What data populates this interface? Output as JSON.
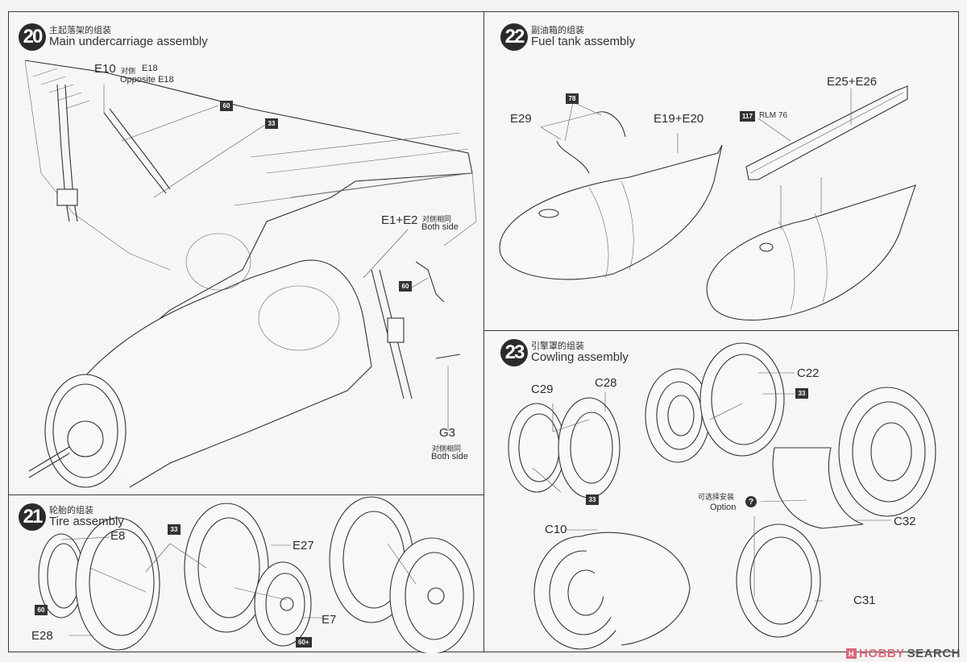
{
  "steps": [
    {
      "number": "20",
      "title_cn": "主起落架的组装",
      "title_en": "Main undercarriage assembly",
      "labels": {
        "e10": "E10",
        "e10_cn": "对侧",
        "e10_alt": "E18",
        "e10_opposite": "Opposite E18",
        "e1e2": "E1+E2",
        "e1e2_cn": "对侧相同",
        "e1e2_both": "Both side",
        "g3": "G3",
        "g3_cn": "对侧相同",
        "g3_both": "Both side"
      },
      "paint_badges": [
        "60",
        "33",
        "60"
      ]
    },
    {
      "number": "21",
      "title_cn": "轮胎的组装",
      "title_en": "Tire assembly",
      "labels": {
        "e8": "E8",
        "e27": "E27",
        "e28": "E28",
        "e7": "E7"
      },
      "paint_badges": [
        "33",
        "60",
        "60+"
      ]
    },
    {
      "number": "22",
      "title_cn": "副油箱的组装",
      "title_en": "Fuel tank assembly",
      "labels": {
        "e29": "E29",
        "e19e20": "E19+E20",
        "e25e26": "E25+E26",
        "rlm": "RLM 76"
      },
      "paint_badges": [
        "78",
        "117"
      ]
    },
    {
      "number": "23",
      "title_cn": "引擎罩的组装",
      "title_en": "Cowling assembly",
      "labels": {
        "c29": "C29",
        "c28": "C28",
        "c22": "C22",
        "c10": "C10",
        "c32": "C32",
        "c31": "C31",
        "option_cn": "可选择安装",
        "option_en": "Option",
        "option_icon": "?"
      },
      "paint_badges": [
        "33",
        "33"
      ]
    }
  ],
  "watermark": {
    "logo": "H",
    "brand_a": "HOBBY",
    "brand_b": "SEARCH",
    "accent": "#d8697b"
  }
}
